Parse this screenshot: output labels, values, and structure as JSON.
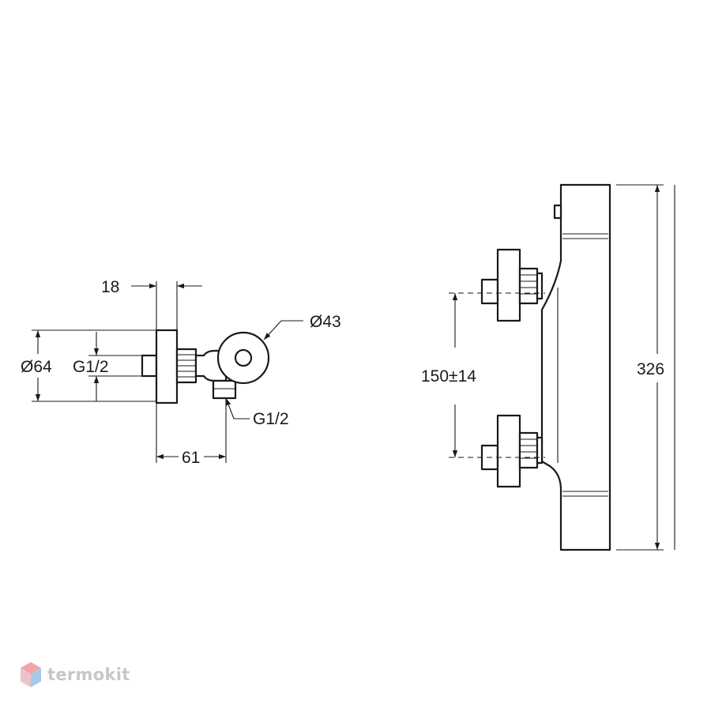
{
  "dimensions": {
    "flange_thickness": "18",
    "outer_diameter": "Ø64",
    "inlet_thread": "G1/2",
    "knob_diameter": "Ø43",
    "outlet_thread": "G1/2",
    "depth": "61",
    "inlet_spacing": "150±14",
    "overall_height": "326"
  },
  "watermark": {
    "brand": "termokit",
    "logo_colors": [
      "#f0a6a6",
      "#a8c8ec"
    ]
  }
}
